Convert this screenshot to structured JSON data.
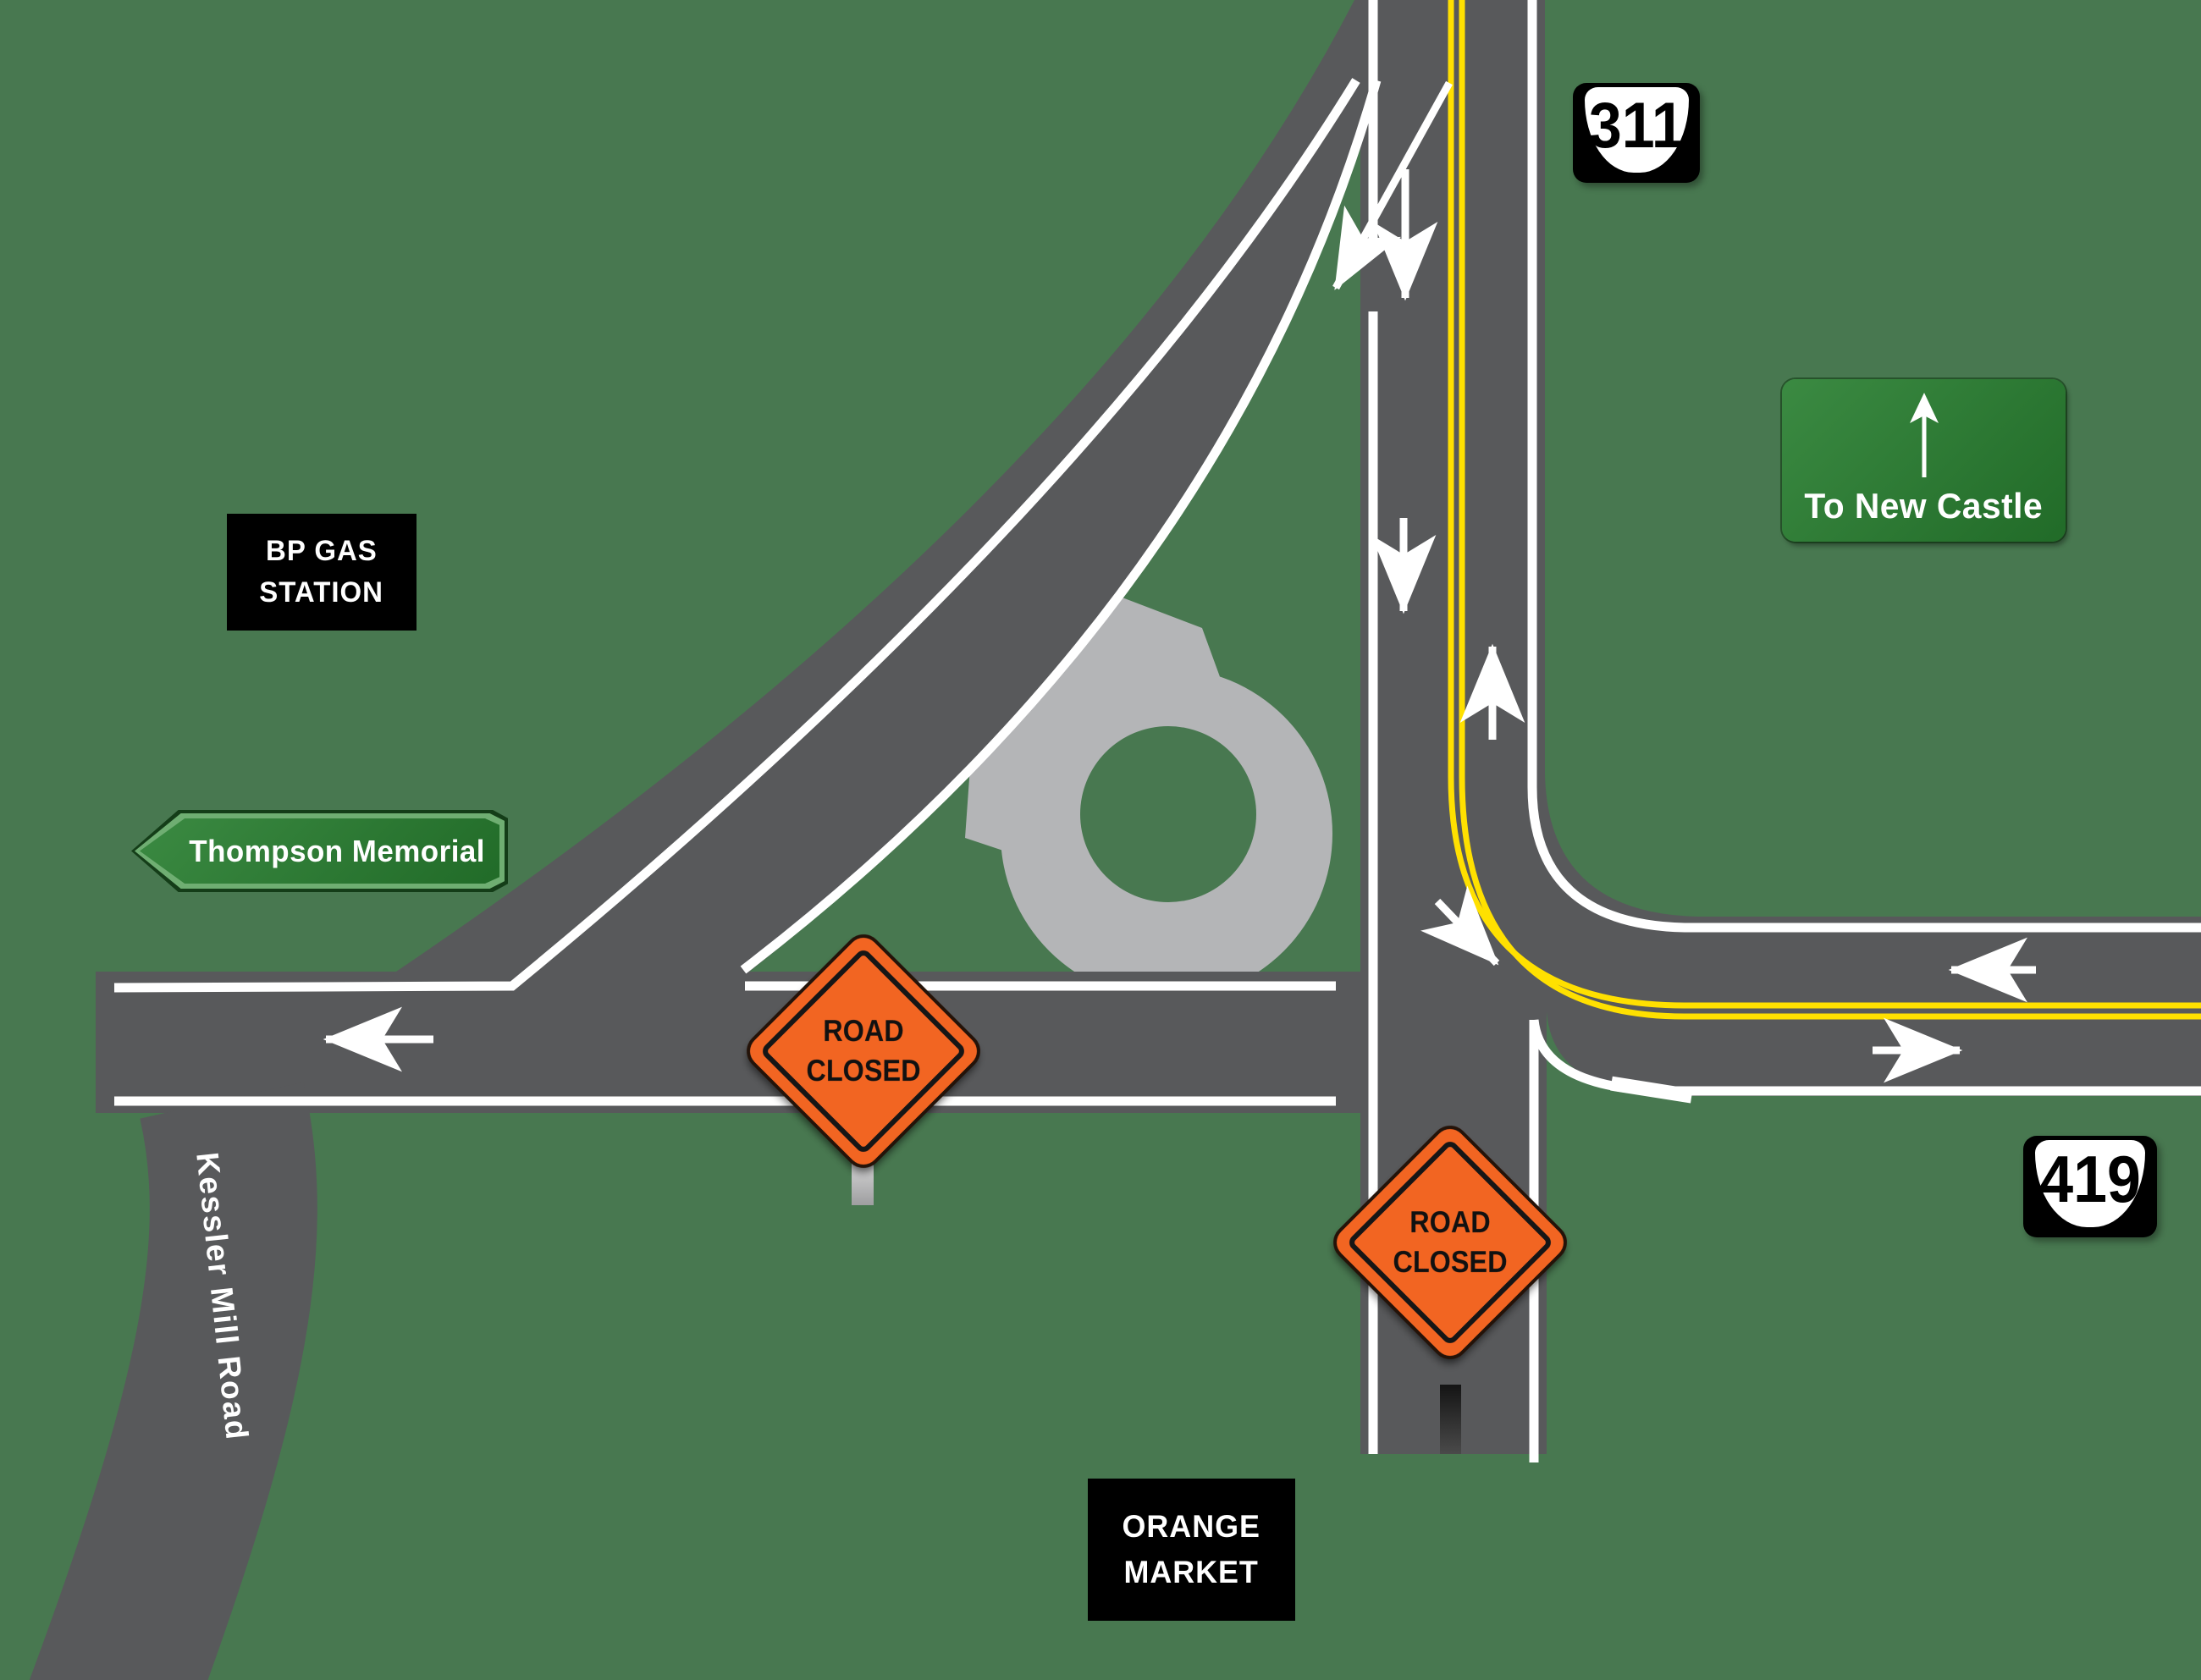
{
  "colors": {
    "bg": "#487850",
    "road": "#58595b",
    "ring": "#b4b5b7",
    "white_line": "#ffffff",
    "yellow_line": "#ffe000",
    "sign_orange": "#f26522",
    "sign_green_a": "#3b8a42",
    "sign_green_b": "#216b28",
    "sign_green_border": "#6fae72",
    "sign_black": "#000000",
    "text_light": "#ffffff",
    "text_dark": "#111111"
  },
  "shields": {
    "route_311": "311",
    "route_419": "419"
  },
  "guide_signs": {
    "to_new_castle": "To New Castle",
    "thompson_memorial": "Thompson Memorial"
  },
  "location_signs": {
    "bp_gas_station": [
      "BP GAS",
      "STATION"
    ],
    "orange_market": [
      "ORANGE",
      "MARKET"
    ]
  },
  "warning_signs": {
    "road_closed_west": [
      "ROAD",
      "CLOSED"
    ],
    "road_closed_south": [
      "ROAD",
      "CLOSED"
    ]
  },
  "road_labels": {
    "kessler_mill_road": "Kessler Mill Road"
  }
}
